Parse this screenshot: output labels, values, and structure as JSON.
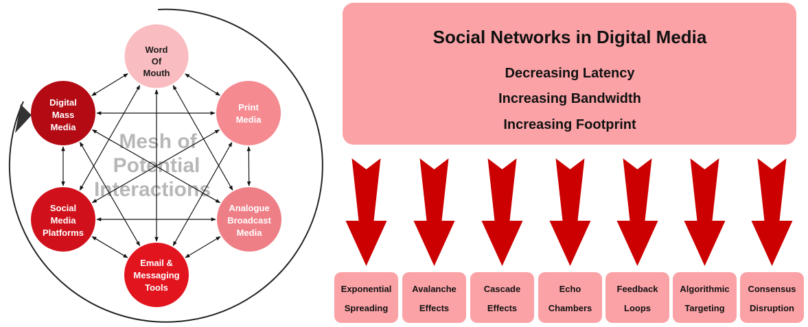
{
  "colors": {
    "node_word": "#f9bcc0",
    "node_print": "#f58a91",
    "node_digital": "#b30a14",
    "node_analogue": "#ef7f86",
    "node_social": "#d0111b",
    "node_email": "#e2141e",
    "panel": "#fba2a6",
    "arrow": "#cc0000",
    "mesh_text": "#b0b0b0"
  },
  "mesh": {
    "line1": "Mesh of",
    "line2": "Potential",
    "line3": "Interactions"
  },
  "nodes": [
    {
      "id": "word",
      "lines": [
        "Word",
        "Of",
        "Mouth"
      ]
    },
    {
      "id": "print",
      "lines": [
        "Print",
        "Media"
      ]
    },
    {
      "id": "analogue",
      "lines": [
        "Analogue",
        "Broadcast",
        "Media"
      ]
    },
    {
      "id": "email",
      "lines": [
        "Email &",
        "Messaging",
        "Tools"
      ]
    },
    {
      "id": "social",
      "lines": [
        "Social",
        "Media",
        "Platforms"
      ]
    },
    {
      "id": "digital",
      "lines": [
        "Digital",
        "Mass",
        "Media"
      ]
    }
  ],
  "panel": {
    "title": "Social Networks in Digital Media",
    "subtitles": [
      "Decreasing Latency",
      "Increasing Bandwidth",
      "Increasing Footprint"
    ]
  },
  "effects": [
    {
      "lines": [
        "Exponential",
        "Spreading"
      ]
    },
    {
      "lines": [
        "Avalanche",
        "Effects"
      ]
    },
    {
      "lines": [
        "Cascade",
        "Effects"
      ]
    },
    {
      "lines": [
        "Echo",
        "Chambers"
      ]
    },
    {
      "lines": [
        "Feedback",
        "Loops"
      ]
    },
    {
      "lines": [
        "Algorithmic",
        "Targeting"
      ]
    },
    {
      "lines": [
        "Consensus",
        "Disruption"
      ]
    }
  ]
}
